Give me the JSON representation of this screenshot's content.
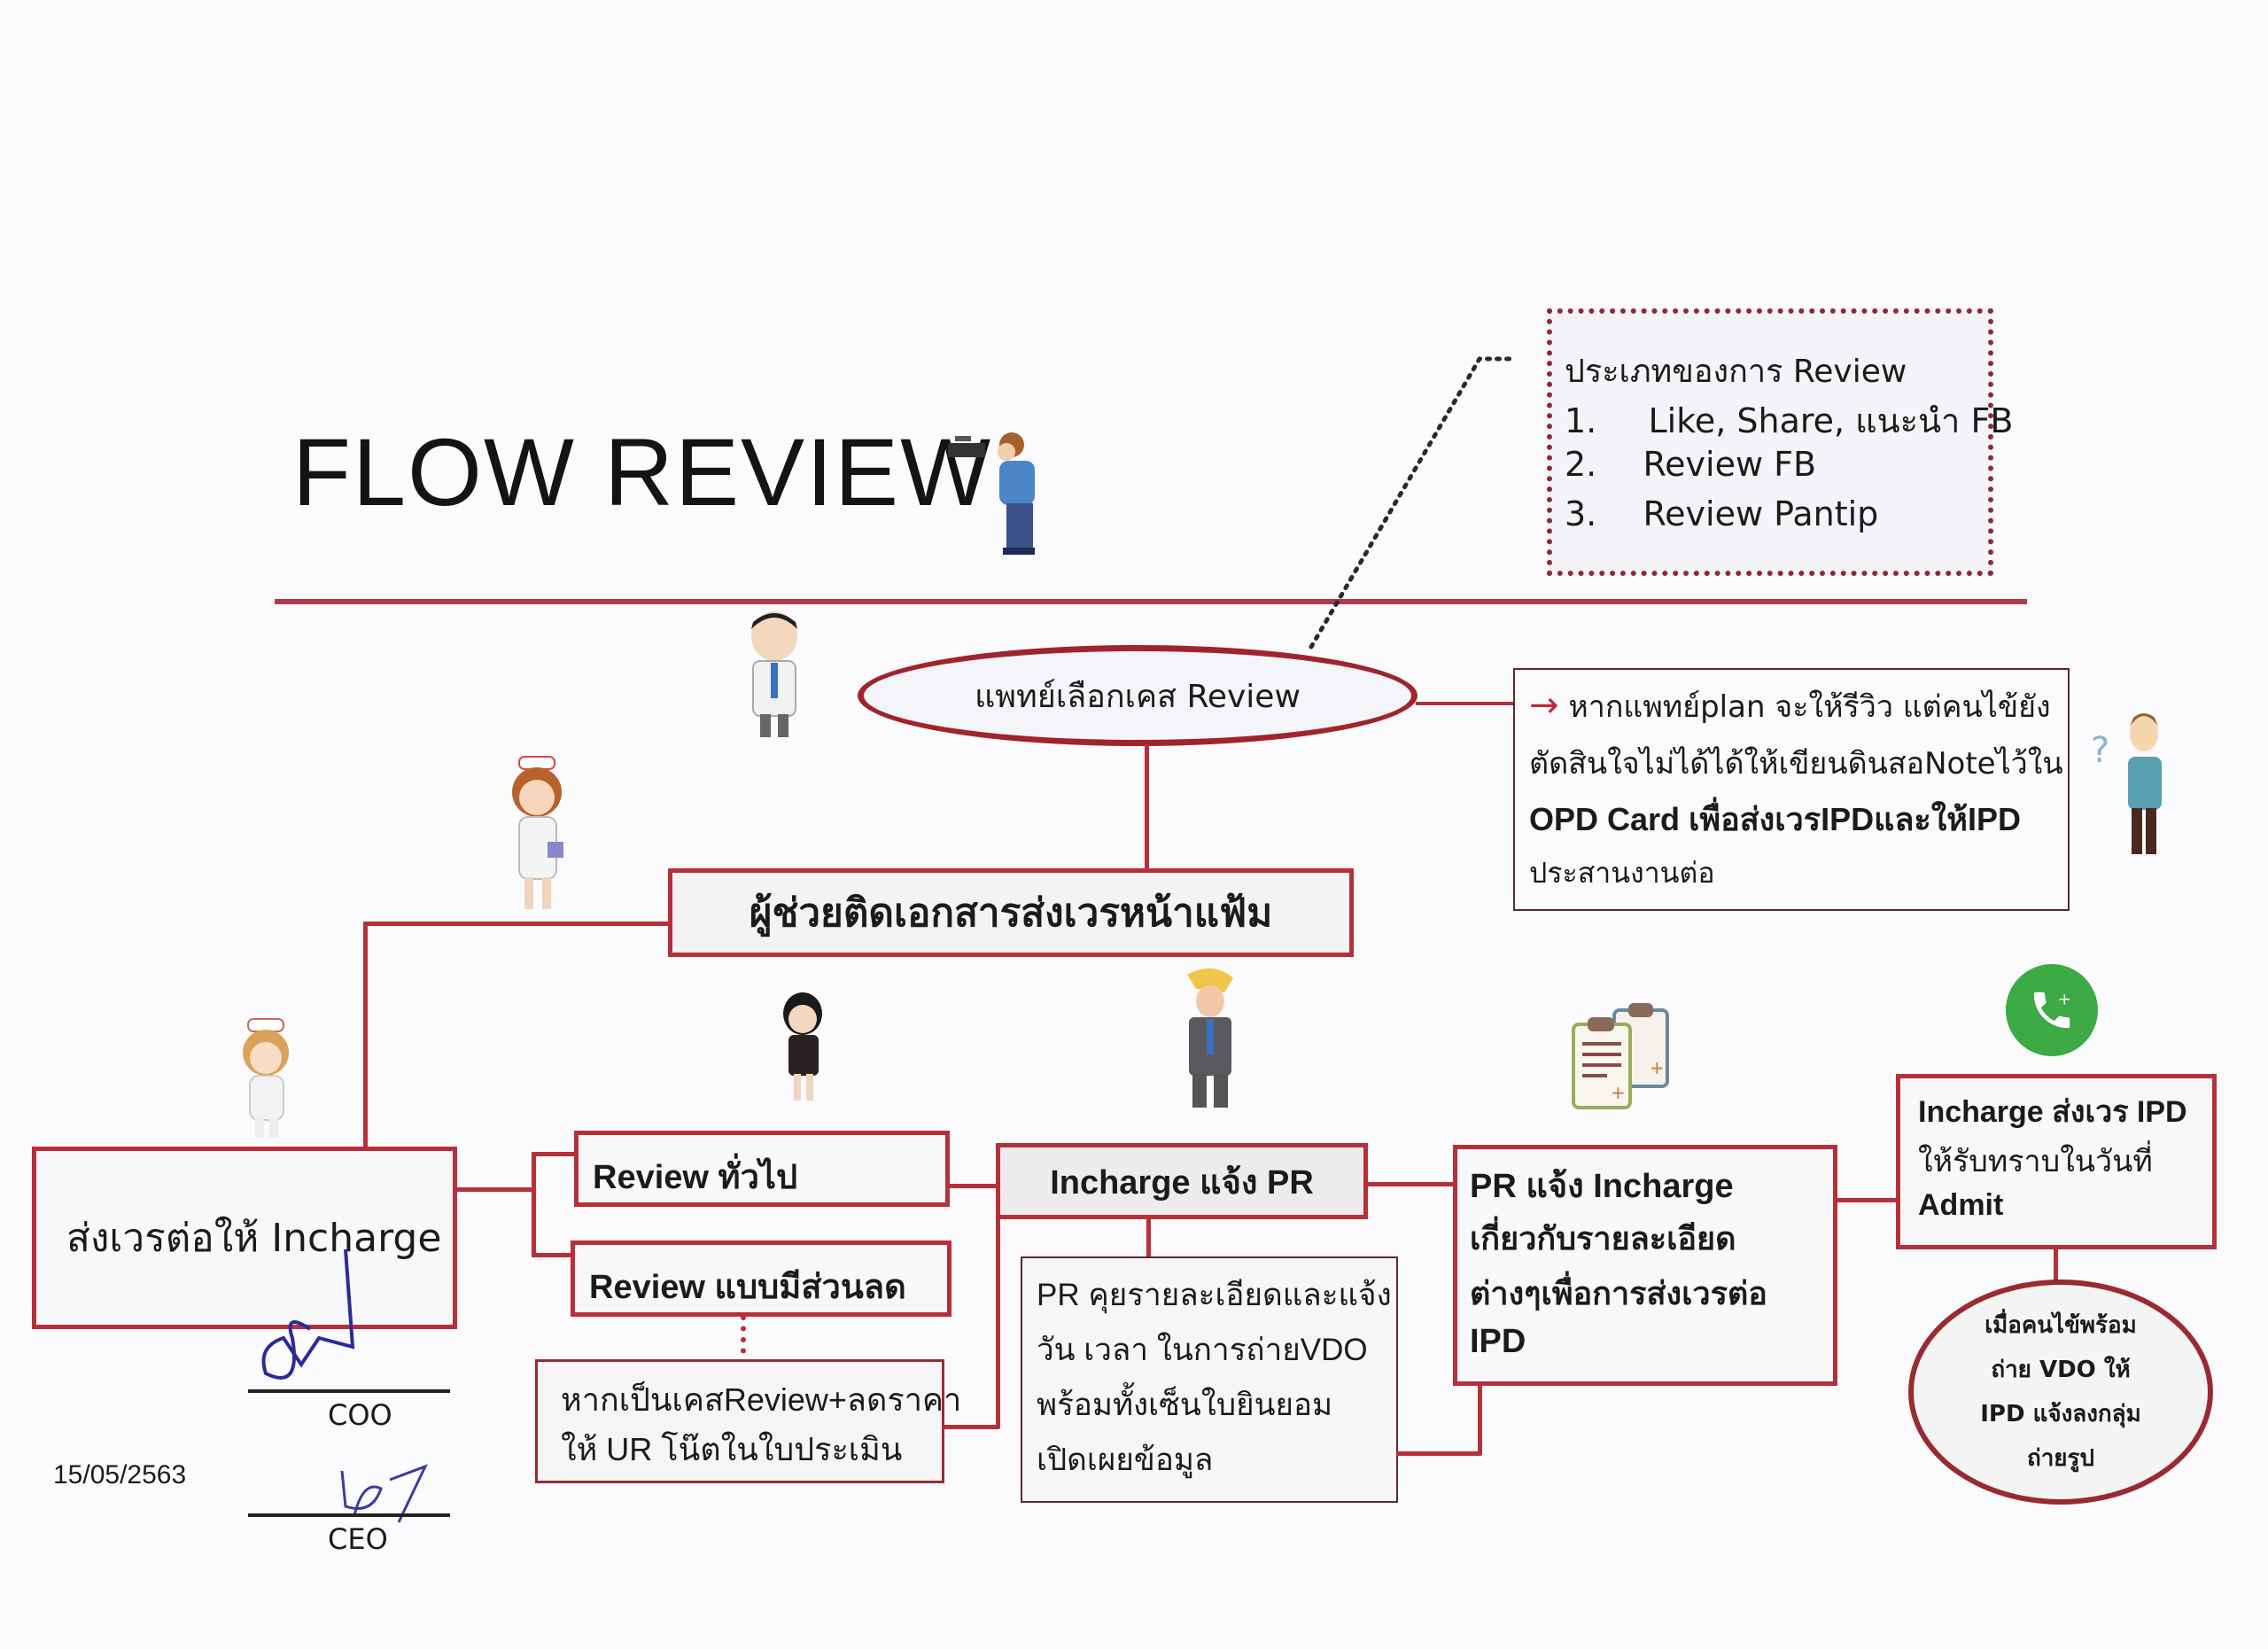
{
  "header": {
    "title": "FLOW REVIEW"
  },
  "review_types": {
    "heading": "ประเภทของการ Review",
    "items": [
      {
        "num": "1.",
        "text": "Like, Share, แนะนำ  FB"
      },
      {
        "num": "2.",
        "text": "Review FB"
      },
      {
        "num": "3.",
        "text": "Review Pantip"
      }
    ]
  },
  "nodes": {
    "doctor_select": "แพทย์เลือกเคส Review",
    "doctor_note": {
      "arrow": "→",
      "lines": [
        "หากแพทย์plan จะให้รีวิว แต่คนไข้ยัง",
        "ตัดสินใจไม่ได้ได้ให้เขียนดินสอNoteไว้ใน",
        "OPD Card เพื่อส่งเวรIPDและให้IPD",
        "ประสานงานต่อ"
      ]
    },
    "assistant": "ผู้ช่วยติดเอกสารส่งเวรหน้าแฟ้ม",
    "handover_incharge": "ส่งเวรต่อให้ Incharge",
    "review_general": "Review  ทั่วไป",
    "review_discount": "Review  แบบมีส่วนลด",
    "discount_note": {
      "lines": [
        "หากเป็นเคสReview+ลดราคา",
        "ให้ UR โน๊ตในใบประเมิน"
      ]
    },
    "incharge_notify_pr": "Incharge แจ้ง PR",
    "pr_details": {
      "lines": [
        "PR คุยรายละเอียดและแจ้ง",
        "วัน เวลา ในการถ่ายVDO",
        "พร้อมทั้งเซ็นใบยินยอม",
        "เปิดเผยข้อมูล"
      ]
    },
    "pr_notify_incharge": {
      "lines": [
        "PR แจ้ง  Incharge",
        "เกี่ยวกับรายละเอียด",
        "ต่างๆเพื่อการส่งเวรต่อ",
        "IPD"
      ]
    },
    "incharge_ipd": {
      "lines": [
        "Incharge ส่งเวร IPD",
        "ให้รับทราบในวันที่",
        "Admit"
      ]
    },
    "patient_ready": {
      "lines": [
        "เมื่อคนไข้พร้อม",
        "ถ่าย VDO ให้",
        "IPD แจ้งลงกลุ่ม",
        "ถ่ายรูป"
      ]
    }
  },
  "signatures": {
    "date": "15/05/2563",
    "coo_label": "COO",
    "ceo_label": "CEO"
  },
  "icons": {
    "cameraman": "cameraman-icon",
    "doctor": "doctor-icon",
    "nurse": "nurse-icon",
    "nurse2": "nurse-icon",
    "staff": "staff-icon",
    "pr": "pr-person-icon",
    "clipboard": "clipboard-icon",
    "phone": "phone-icon",
    "patient": "confused-patient-icon"
  },
  "colors": {
    "accent": "#b5303b",
    "phone_green": "#3daa45"
  }
}
